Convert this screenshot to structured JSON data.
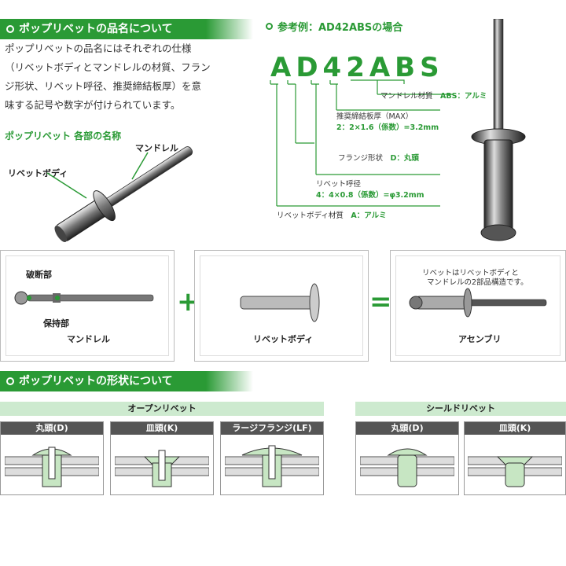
{
  "section1": {
    "title": "ポップリベットの品名について"
  },
  "intro": "ポップリベットの品名にはそれぞれの仕様（リベットボディとマンドレルの材質、フランジ形状、リベット呼径、推奨締結板厚）を意味する記号や数字が付けられています。",
  "parts_heading": "ポップリベット 各部の名称",
  "parts": {
    "mandrel": "マンドレル",
    "body": "リベットボディ"
  },
  "example": {
    "title": "参考例：AD42ABSの場合",
    "code": "AD42ABS",
    "mandrel_material": {
      "label": "マンドレル材質",
      "value": "ABS：アルミ"
    },
    "grip": {
      "label": "推奨締結板厚（MAX）",
      "value": "2：2×1.6（係数）=3.2mm"
    },
    "flange": {
      "label": "フランジ形状",
      "value": "D：丸頭"
    },
    "diameter": {
      "label": "リベット呼径",
      "value": "4：4×0.8（係数）=φ3.2mm"
    },
    "body_material": {
      "label": "リベットボディ材質",
      "value": "A：アルミ"
    }
  },
  "assembly": {
    "mandrel": "マンドレル",
    "break_point": "破断部",
    "holding": "保持部",
    "body": "リベットボディ",
    "assembly": "アセンブリ",
    "note_1": "リベットはリベットボディと",
    "note_2": "マンドレルの2部品構造です。",
    "plus": "+",
    "equals": "="
  },
  "section2": {
    "title": "ポップリベットの形状について"
  },
  "open_rivet": {
    "title": "オープンリベット",
    "types": [
      "丸頭(D)",
      "皿頭(K)",
      "ラージフランジ(LF)"
    ]
  },
  "sealed_rivet": {
    "title": "シールドリベット",
    "types": [
      "丸頭(D)",
      "皿頭(K)"
    ]
  },
  "colors": {
    "accent": "#2a9a35",
    "light": "#cdeacf",
    "part": "#c7e6c3"
  }
}
